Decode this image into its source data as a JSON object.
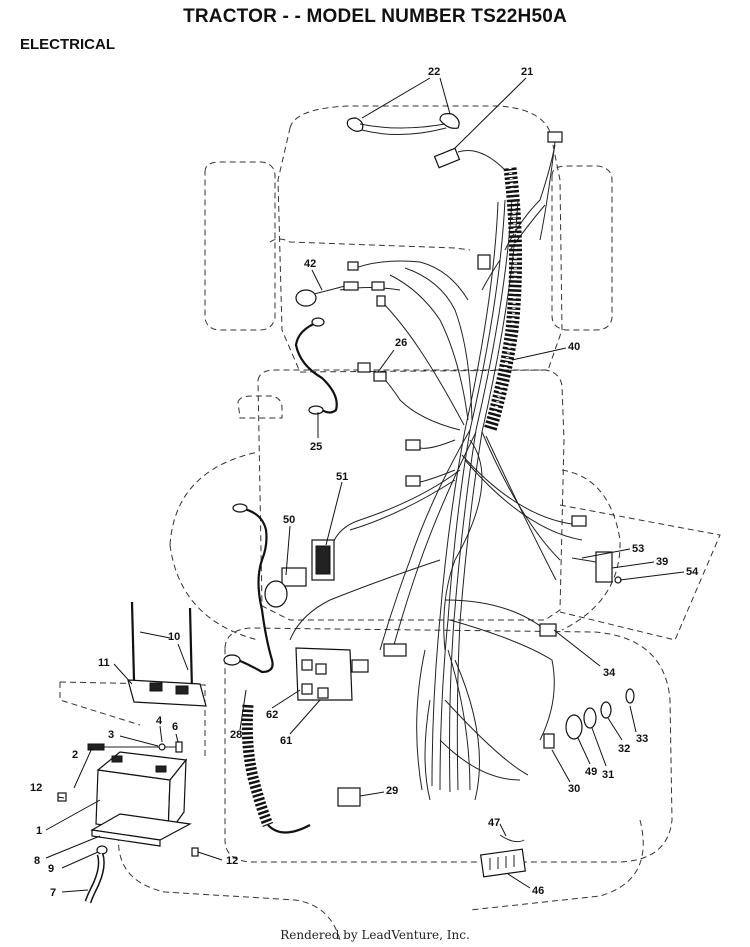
{
  "header": {
    "title": "TRACTOR - - MODEL NUMBER TS22H50A",
    "section": "ELECTRICAL"
  },
  "footer": {
    "text": "Rendered by LeadVenture, Inc."
  },
  "callouts": [
    {
      "id": "c22",
      "label": "22"
    },
    {
      "id": "c21",
      "label": "21"
    },
    {
      "id": "c42",
      "label": "42"
    },
    {
      "id": "c26",
      "label": "26"
    },
    {
      "id": "c40",
      "label": "40"
    },
    {
      "id": "c25",
      "label": "25"
    },
    {
      "id": "c51",
      "label": "51"
    },
    {
      "id": "c50",
      "label": "50"
    },
    {
      "id": "c53",
      "label": "53"
    },
    {
      "id": "c39",
      "label": "39"
    },
    {
      "id": "c54",
      "label": "54"
    },
    {
      "id": "c10",
      "label": "10"
    },
    {
      "id": "c11",
      "label": "11"
    },
    {
      "id": "c34",
      "label": "34"
    },
    {
      "id": "c4",
      "label": "4"
    },
    {
      "id": "c6",
      "label": "6"
    },
    {
      "id": "c3",
      "label": "3"
    },
    {
      "id": "c62",
      "label": "62"
    },
    {
      "id": "c28",
      "label": "28"
    },
    {
      "id": "c33",
      "label": "33"
    },
    {
      "id": "c61",
      "label": "61"
    },
    {
      "id": "c32",
      "label": "32"
    },
    {
      "id": "c2",
      "label": "2"
    },
    {
      "id": "c49",
      "label": "49"
    },
    {
      "id": "c31",
      "label": "31"
    },
    {
      "id": "c12a",
      "label": "12"
    },
    {
      "id": "c30",
      "label": "30"
    },
    {
      "id": "c29",
      "label": "29"
    },
    {
      "id": "c1",
      "label": "1"
    },
    {
      "id": "c47",
      "label": "47"
    },
    {
      "id": "c8",
      "label": "8"
    },
    {
      "id": "c12b",
      "label": "12"
    },
    {
      "id": "c9",
      "label": "9"
    },
    {
      "id": "c46",
      "label": "46"
    },
    {
      "id": "c7",
      "label": "7"
    }
  ]
}
